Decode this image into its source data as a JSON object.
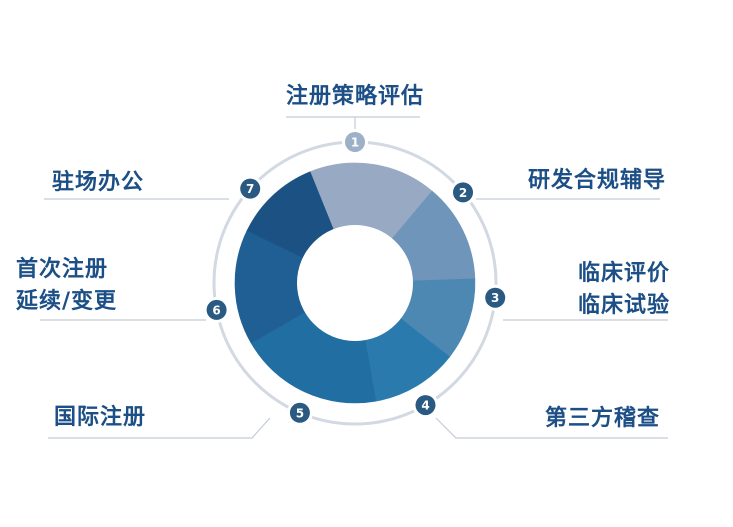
{
  "diagram": {
    "steps": [
      {
        "number": "1",
        "label_lines": [
          "注册策略评估"
        ],
        "color": "#98aac3"
      },
      {
        "number": "2",
        "label_lines": [
          "研发合规辅导"
        ],
        "color": "#6f95bb"
      },
      {
        "number": "3",
        "label_lines": [
          "临床评价",
          "临床试验"
        ],
        "color": "#4d88b2"
      },
      {
        "number": "4",
        "label_lines": [
          "第三方稽查"
        ],
        "color": "#2b7aae"
      },
      {
        "number": "5",
        "label_lines": [
          "国际注册"
        ],
        "color": "#216ea3"
      },
      {
        "number": "6",
        "label_lines": [
          "首次注册",
          "延续/变更"
        ],
        "color": "#205f93"
      },
      {
        "number": "7",
        "label_lines": [
          "驻场办公"
        ],
        "color": "#1c5283"
      }
    ],
    "colors": {
      "label_text": "#1c4f86",
      "badge_fill": "#2a5a82",
      "badge_first_fill": "#9cb0c8",
      "outer_ring": "#d2d9e2",
      "leader_line": "#c3ccd8"
    }
  }
}
